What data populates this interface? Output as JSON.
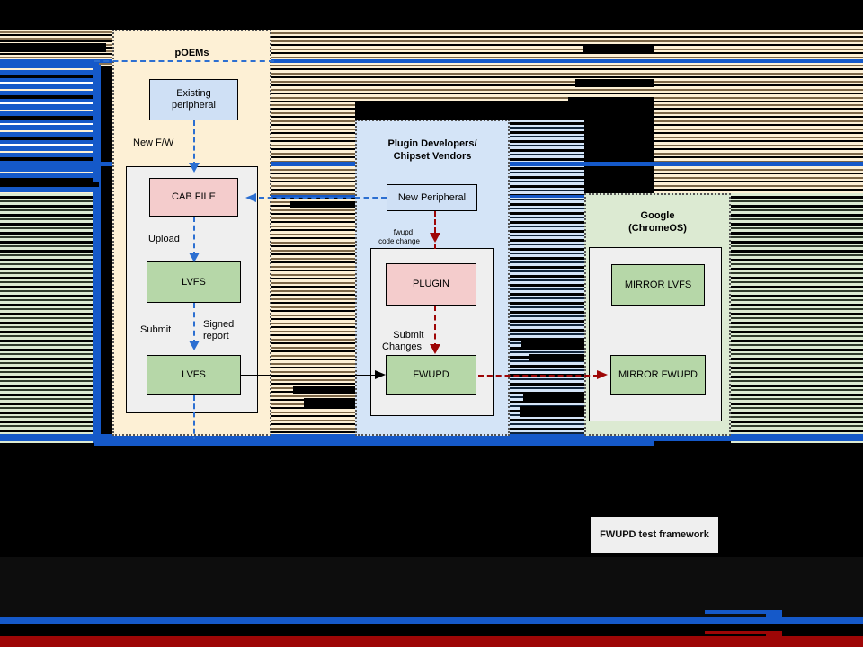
{
  "diagram": {
    "title_hidden": "",
    "panels": [
      {
        "id": "poems",
        "label": "pOEMs"
      },
      {
        "id": "plugin",
        "label": "Plugin Developers/\nChipset Vendors"
      },
      {
        "id": "google",
        "label": "Google\n(ChromeOS)"
      }
    ],
    "nodes": {
      "existing_peripheral": "Existing\nperipheral",
      "cab_file": "CAB FILE",
      "lvfs_upload": "LVFS",
      "lvfs_submit": "LVFS",
      "new_peripheral": "New Peripheral",
      "plugin": "PLUGIN",
      "fwupd": "FWUPD",
      "mirror_lvfs": "MIRROR LVFS",
      "mirror_fwupd": "MIRROR FWUPD"
    },
    "edge_labels": {
      "new_fw": "New F/W",
      "upload": "Upload",
      "submit": "Submit",
      "signed_report": "Signed\nreport",
      "fwupd_code_change": "fwupd\ncode change",
      "submit_changes": "Submit\nChanges"
    },
    "legend": {
      "framework_label": "FWUPD test framework"
    },
    "colors": {
      "panel_poems_fill": "#fdf0d5",
      "panel_plugin_fill": "#d4e4f7",
      "panel_google_fill": "#dcead2",
      "inner_fill": "#efefef",
      "node_blue": "#cfe0f5",
      "node_pink": "#f4cccc",
      "node_green": "#b6d7a8",
      "arrow_blue": "#2c6fd1",
      "arrow_red": "#9e0606",
      "arrow_black": "#000000",
      "background": "#000000"
    }
  }
}
